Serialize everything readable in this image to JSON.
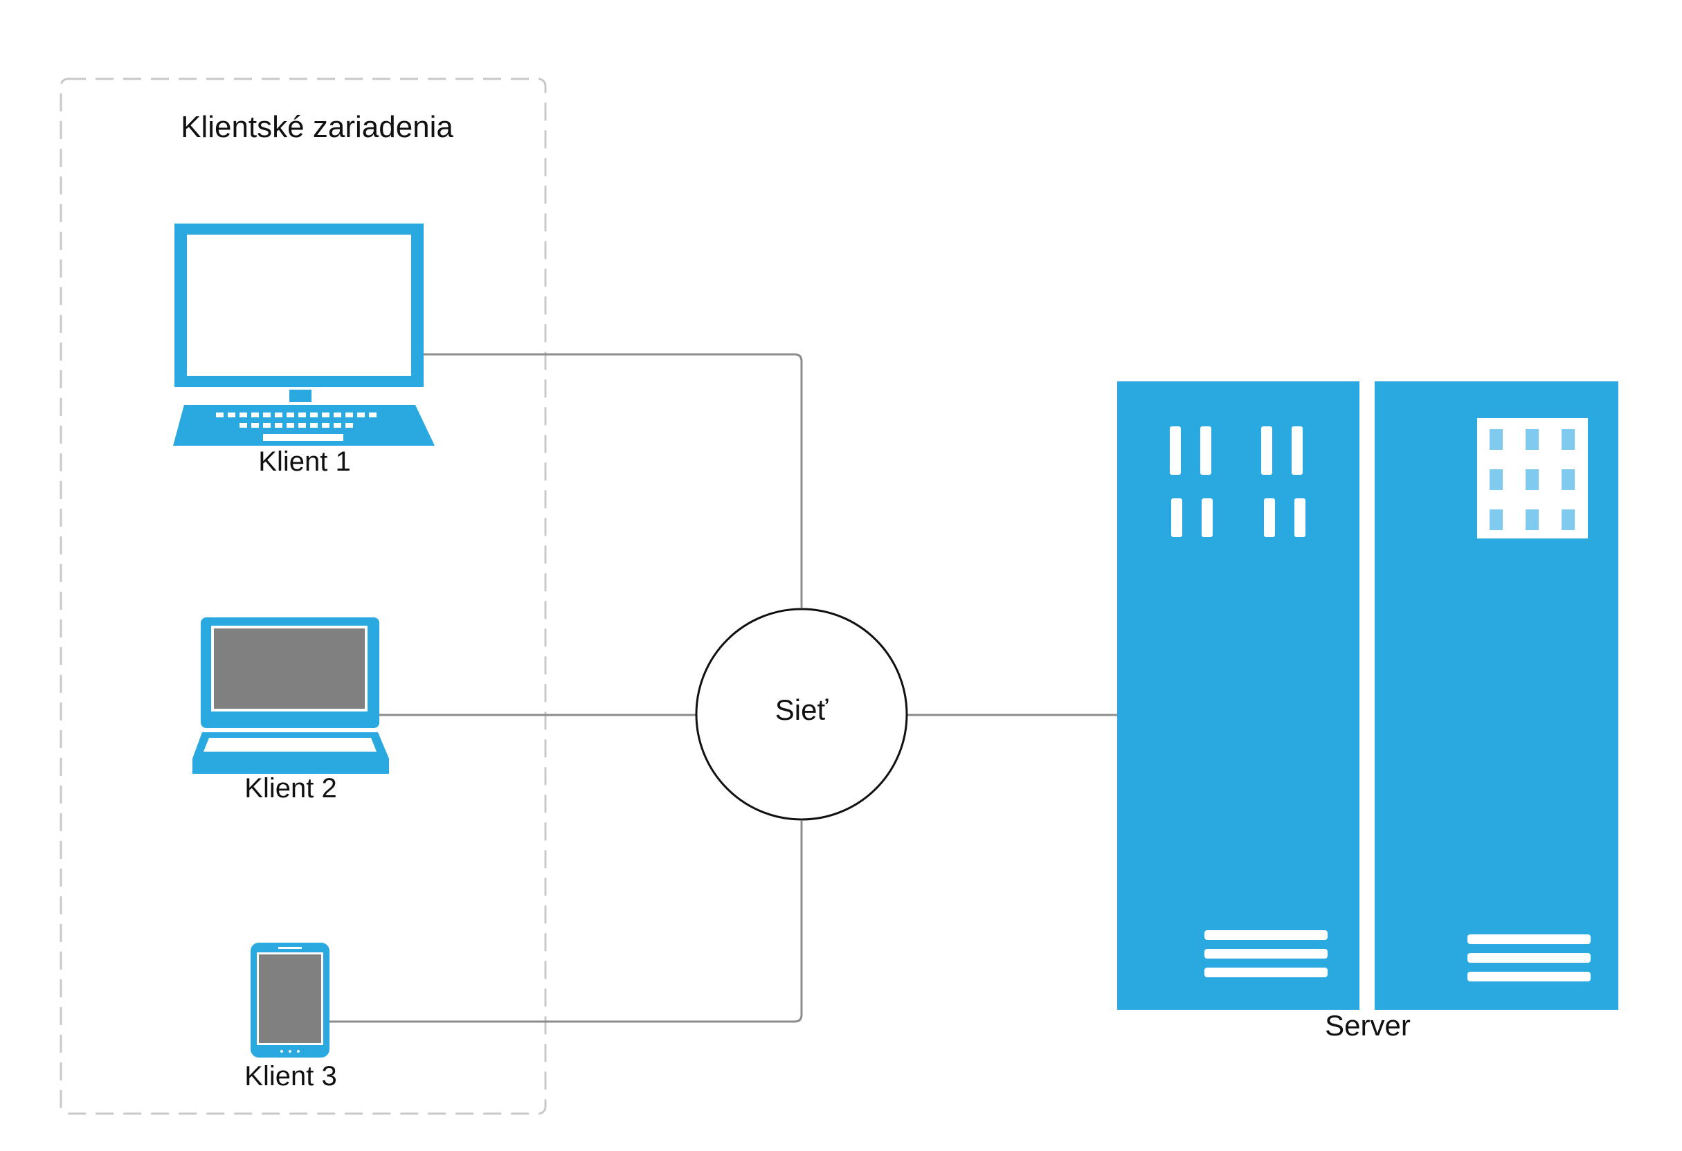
{
  "group": {
    "title": "Klientské zariadenia"
  },
  "clients": [
    {
      "label": "Klient 1",
      "device": "desktop-monitor-icon"
    },
    {
      "label": "Klient 2",
      "device": "laptop-icon"
    },
    {
      "label": "Klient 3",
      "device": "tablet-icon"
    }
  ],
  "network": {
    "label": "Sieť"
  },
  "server": {
    "label": "Server",
    "device": "server-rack-icon"
  },
  "colors": {
    "device_blue": "#29a9e0",
    "screen_gray": "#808080",
    "rack_light_blue": "#7fcaee",
    "connector": "#8c8c8c",
    "group_border": "#c8c8c8",
    "node_border": "#111111"
  }
}
